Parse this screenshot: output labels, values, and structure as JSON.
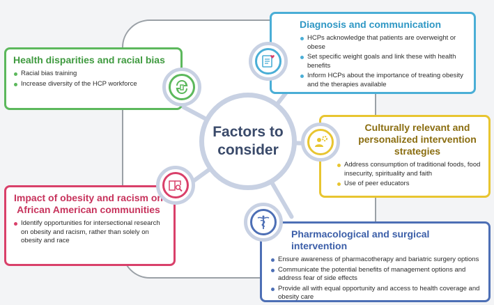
{
  "center": {
    "line1": "Factors to",
    "line2": "consider"
  },
  "cards": {
    "health": {
      "title": "Health disparities and racial bias",
      "color": "#5cb85c",
      "bullets": [
        "Racial bias training",
        "Increase diversity of the HCP workforce"
      ]
    },
    "diagnosis": {
      "title": "Diagnosis and communication",
      "color": "#4aaed6",
      "bullets": [
        "HCPs acknowledge that patients are overweight or obese",
        "Set specific weight goals and link these with health benefits",
        "Inform HCPs about the importance of treating obesity and the therapies available"
      ]
    },
    "cultural": {
      "title": "Culturally relevant and personalized intervention strategies",
      "color": "#e8c530",
      "bullets": [
        "Address consumption of traditional foods, food insecurity, spirituality and faith",
        "Use of peer educators"
      ]
    },
    "impact": {
      "title": "Impact of obesity and racism on African American communities",
      "color": "#d9406a",
      "bullets": [
        "Identify opportunities for intersectional research on obesity and racism, rather than solely on obesity and race"
      ]
    },
    "pharma": {
      "title": "Pharmacological and surgical intervention",
      "color": "#4d6fb5",
      "bullets": [
        "Ensure awareness of pharmacotherapy and bariatric surgery options",
        "Communicate the potential benefits of management options and address fear of side effects",
        "Provide all with equal opportunity and access to health coverage and obesity care"
      ]
    }
  },
  "icons": {
    "health": "recycle-arrows-icon",
    "diagnosis": "medical-record-heart-icon",
    "cultural": "person-gear-icon",
    "impact": "book-magnifier-icon",
    "pharma": "caduceus-icon"
  }
}
